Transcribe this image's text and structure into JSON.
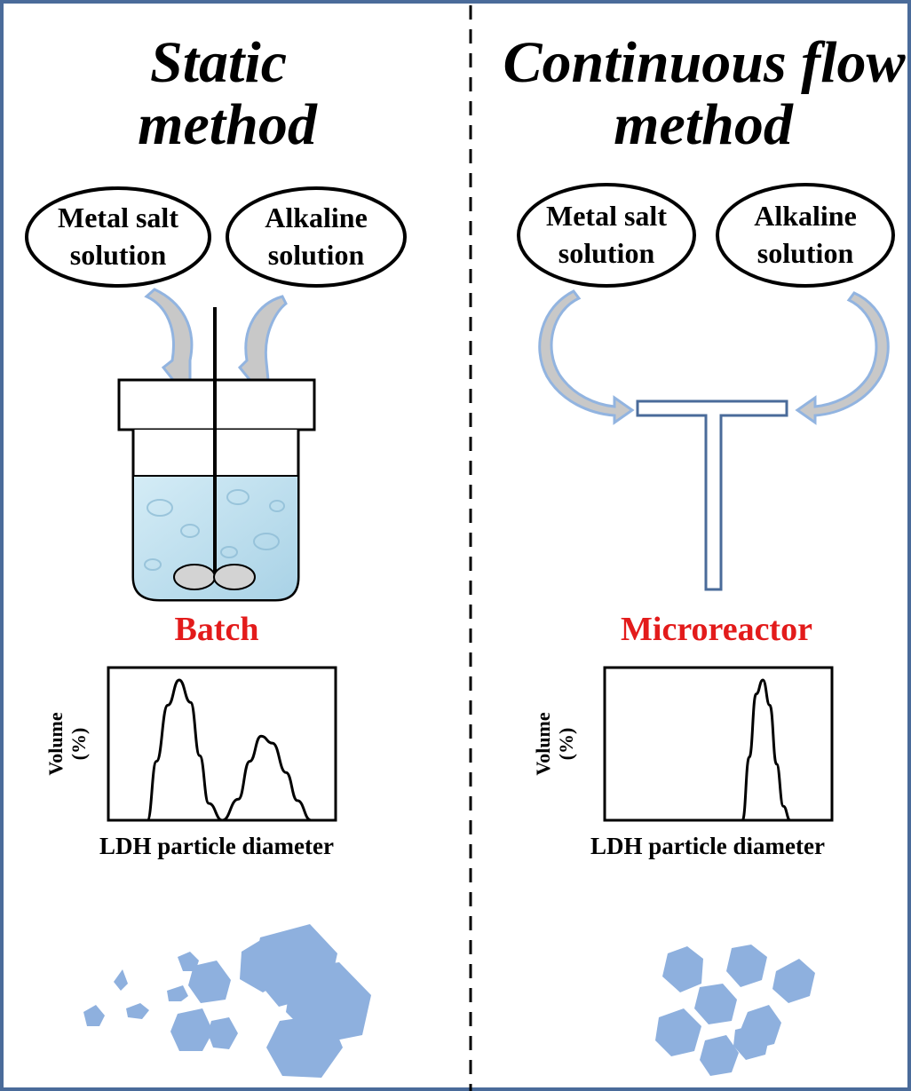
{
  "colors": {
    "frame": "#4a6b9a",
    "accent_red": "#e31b1b",
    "particle": "#8eb0de",
    "arrow_fill": "#c8c8c8",
    "arrow_stroke": "#92b4e0",
    "liquid": "#bfe0ee",
    "impeller": "#d3d3d3",
    "reactor": "#4a6b9a"
  },
  "static": {
    "title_line1": "Static",
    "title_line2": "method",
    "salt_line1": "Metal salt",
    "salt_line2": "solution",
    "alkaline_line1": "Alkaline",
    "alkaline_line2": "solution",
    "reactor_label": "Batch",
    "ylabel_line1": "Volume",
    "ylabel_line2": "(%)",
    "xlabel": "LDH particle diameter"
  },
  "flow": {
    "title_line1": "Continuous flow",
    "title_line2": "method",
    "salt_line1": "Metal salt",
    "salt_line2": "solution",
    "alkaline_line1": "Alkaline",
    "alkaline_line2": "solution",
    "reactor_label": "Microreactor",
    "ylabel_line1": "Volume",
    "ylabel_line2": "(%)",
    "xlabel": "LDH particle diameter"
  },
  "chart_data": [
    {
      "type": "line",
      "xlabel": "LDH particle diameter",
      "ylabel": "Volume (%)",
      "distribution": "bimodal",
      "x": [
        0.0,
        0.04,
        0.09,
        0.14,
        0.19,
        0.23,
        0.27,
        0.33,
        0.4,
        0.45,
        0.5,
        0.55,
        0.61,
        0.66,
        0.72,
        0.77
      ],
      "y": [
        0.0,
        0.42,
        0.82,
        1.0,
        0.84,
        0.46,
        0.12,
        0.0,
        0.15,
        0.42,
        0.6,
        0.55,
        0.34,
        0.14,
        0.0,
        0.0
      ]
    },
    {
      "type": "line",
      "xlabel": "LDH particle diameter",
      "ylabel": "Volume (%)",
      "distribution": "monomodal-narrow",
      "x": [
        0.2,
        0.23,
        0.26,
        0.29,
        0.32,
        0.35,
        0.38,
        0.41
      ],
      "y": [
        0.0,
        0.45,
        0.9,
        1.0,
        0.82,
        0.4,
        0.1,
        0.0
      ]
    }
  ]
}
